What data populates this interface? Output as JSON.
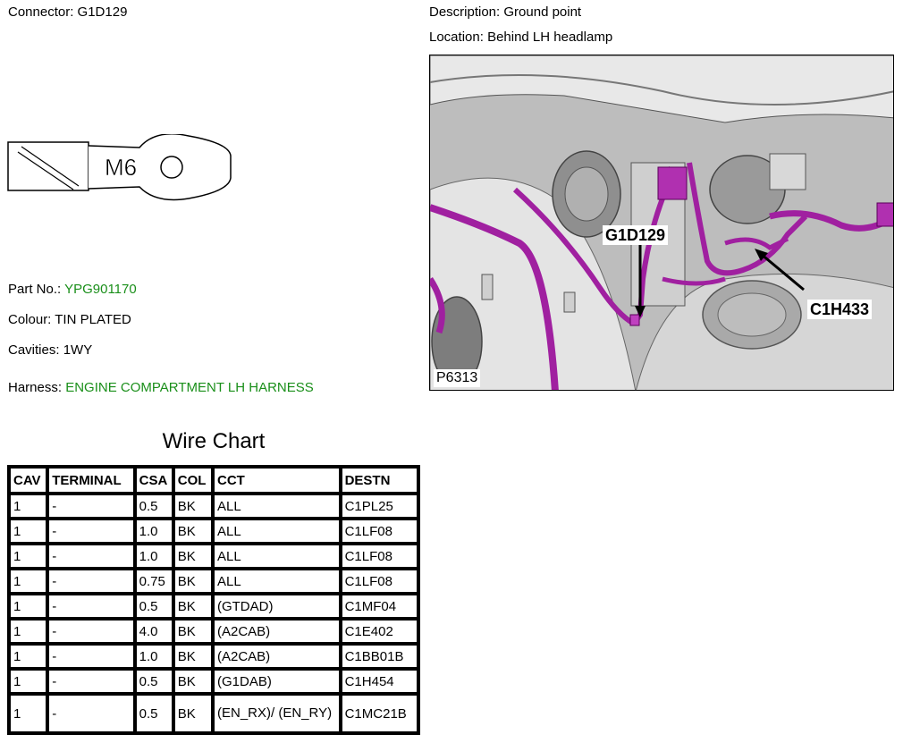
{
  "connector": {
    "label": "Connector:",
    "value": "G1D129"
  },
  "description": {
    "label": "Description:",
    "value": "Ground point"
  },
  "location": {
    "label": "Location:",
    "value": "Behind LH headlamp"
  },
  "terminal_drawing": {
    "text": "M6"
  },
  "part_no": {
    "label": "Part No.:",
    "value": "YPG901170"
  },
  "colour": {
    "label": "Colour:",
    "value": "TIN PLATED"
  },
  "cavities": {
    "label": "Cavities:",
    "value": "1WY"
  },
  "harness": {
    "label": "Harness:",
    "value": "ENGINE COMPARTMENT LH HARNESS"
  },
  "photo": {
    "callout_ground": "G1D129",
    "callout_connector": "C1H433",
    "photo_id": "P6313"
  },
  "colors": {
    "link_green": "#1a8f1a",
    "harness_purple": "#a020a0"
  },
  "wire_chart": {
    "title": "Wire Chart",
    "columns": [
      "CAV",
      "TERMINAL",
      "CSA",
      "COL",
      "CCT",
      "DESTN"
    ],
    "rows": [
      [
        "1",
        "-",
        "0.5",
        "BK",
        "ALL",
        "C1PL25"
      ],
      [
        "1",
        "-",
        "1.0",
        "BK",
        "ALL",
        "C1LF08"
      ],
      [
        "1",
        "-",
        "1.0",
        "BK",
        "ALL",
        "C1LF08"
      ],
      [
        "1",
        "-",
        "0.75",
        "BK",
        "ALL",
        "C1LF08"
      ],
      [
        "1",
        "-",
        "0.5",
        "BK",
        "(GTDAD)",
        "C1MF04"
      ],
      [
        "1",
        "-",
        "4.0",
        "BK",
        "(A2CAB)",
        "C1E402"
      ],
      [
        "1",
        "-",
        "1.0",
        "BK",
        "(A2CAB)",
        "C1BB01B"
      ],
      [
        "1",
        "-",
        "0.5",
        "BK",
        "(G1DAB)",
        "C1H454"
      ],
      [
        "1",
        "-",
        "0.5",
        "BK",
        "(EN_RX)/ (EN_RY)",
        "C1MC21B"
      ]
    ]
  }
}
